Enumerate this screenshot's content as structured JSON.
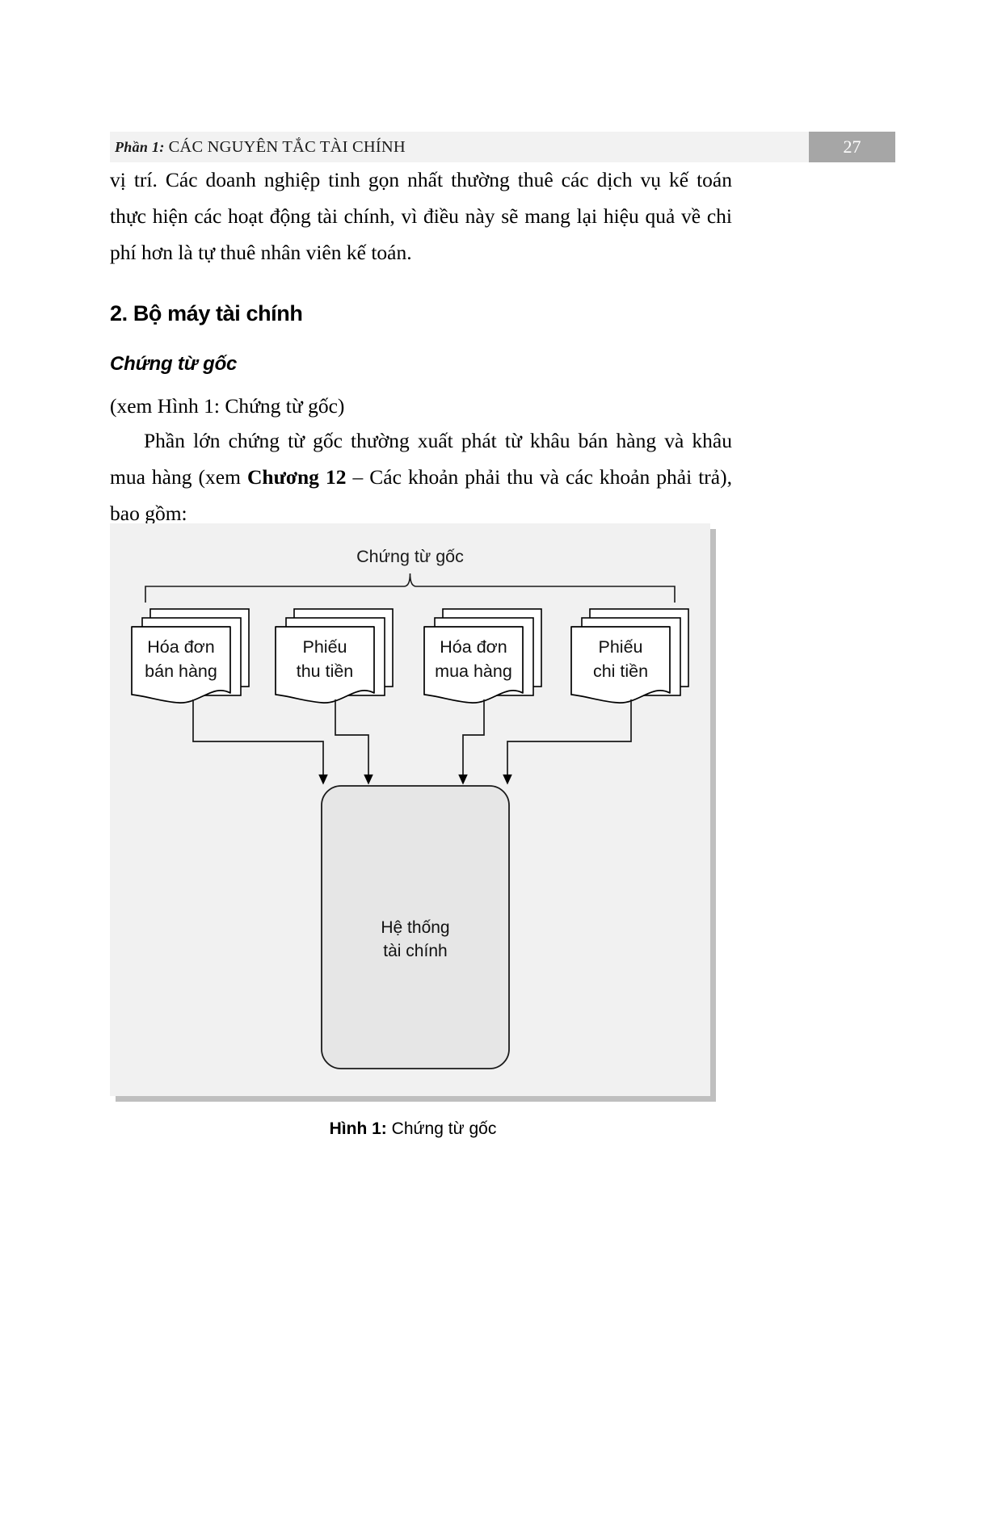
{
  "running_head": {
    "part_label": "Phần 1:",
    "title": "CÁC NGUYÊN TẮC TÀI CHÍNH",
    "page_number": "27",
    "bar_color": "#f2f2f2",
    "page_box_color": "#a6a6a6"
  },
  "body": {
    "paragraph_1": "vị trí. Các doanh nghiệp tinh gọn nhất thường thuê các dịch vụ kế toán thực hiện các hoạt động tài chính, vì điều này sẽ mang lại hiệu quả về chi phí hơn là tự thuê nhân viên kế toán.",
    "section_heading": "2. Bộ máy tài chính",
    "sub_heading": "Chứng từ gốc",
    "reference_line": "(xem Hình 1: Chứng từ gốc)",
    "paragraph_2_part1": "Phần lớn chứng từ gốc thường xuất phát từ khâu bán hàng và khâu mua hàng (xem ",
    "paragraph_2_bold": "Chương 12",
    "paragraph_2_part2": " – Các khoản phải thu và các khoản phải trả), bao gồm:"
  },
  "figure": {
    "brace_label": "Chứng từ gốc",
    "documents": [
      {
        "line1": "Hóa đơn",
        "line2": "bán hàng"
      },
      {
        "line1": "Phiếu",
        "line2": "thu tiền"
      },
      {
        "line1": "Hóa đơn",
        "line2": "mua hàng"
      },
      {
        "line1": "Phiếu",
        "line2": "chi tiền"
      }
    ],
    "system_box": {
      "line1": "Hệ thống",
      "line2": "tài chính"
    },
    "panel_color": "#f1f1f1",
    "shadow_color": "#bfbfbf",
    "system_box_color": "#e6e6e6",
    "caption_label": "Hình 1:",
    "caption_text": "Chứng từ gốc"
  }
}
